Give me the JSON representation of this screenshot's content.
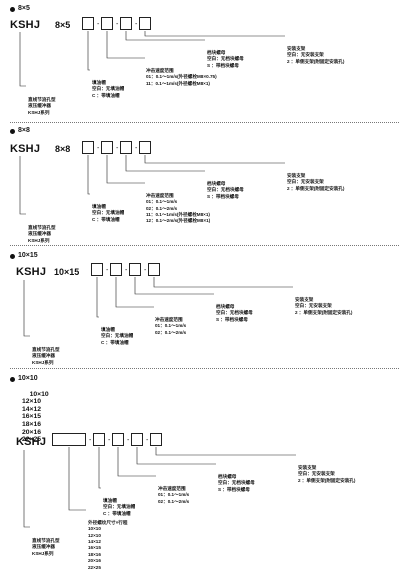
{
  "sections": [
    {
      "title": "8×5",
      "model": "KSHJ",
      "dims": "8×5",
      "series_name": [
        "直线节流孔型",
        "液压缓冲器",
        "KSHJ系列"
      ],
      "fill_oil": [
        "填油帽",
        "空白：无填油帽",
        "C ：带填油帽"
      ],
      "speed": [
        "冲击速度范围",
        "01：0.1～1m/s(外径螺栓M8×0.75)",
        "11：0.1～1m/s(外径螺栓M8×1)"
      ],
      "nut": [
        "档块螺母",
        "空白：无档块螺母",
        "S ：带档块螺母"
      ],
      "bracket": [
        "安装支架",
        "空白：无安装支架",
        "2 ：单侧支架(附固定安装孔)"
      ]
    },
    {
      "title": "8×8",
      "model": "KSHJ",
      "dims": "8×8",
      "series_name": [
        "直线节流孔型",
        "液压缓冲器",
        "KSHJ系列"
      ],
      "fill_oil": [
        "填油帽",
        "空白：无填油帽",
        "C ：带填油帽"
      ],
      "speed": [
        "冲击速度范围",
        "01：0.1～1m/s",
        "02：0.1～2m/s",
        "11：0.1～1m/s(外径螺栓M8×1)",
        "12：0.1～2m/s(外径螺栓M8×1)"
      ],
      "nut": [
        "档块螺母",
        "空白：无档块螺母",
        "S ：带档块螺母"
      ],
      "bracket": [
        "安装支架",
        "空白：无安装支架",
        "2 ：单侧支架(附固定安装孔)"
      ]
    },
    {
      "title": "10×15",
      "model": "KSHJ",
      "dims": "10×15",
      "series_name": [
        "直线节流孔型",
        "液压缓冲器",
        "KSHJ系列"
      ],
      "fill_oil": [
        "填油帽",
        "空白：无填油帽",
        "C ：带填油帽"
      ],
      "speed": [
        "冲击速度范围",
        "01：0.1～1m/s",
        "02：0.1～2m/s"
      ],
      "nut": [
        "档块螺母",
        "空白：无档块螺母",
        "S ：带档块螺母"
      ],
      "bracket": [
        "安装支架",
        "空白：无安装支架",
        "2 ：单侧支架(附固定安装孔)"
      ]
    },
    {
      "title": "10×10",
      "size_list": "10×10\n12×10\n14×12\n16×15\n18×16\n20×16\n22×25",
      "model": "KSHJ",
      "series_name": [
        "直线节流孔型",
        "液压缓冲器",
        "KSHJ系列"
      ],
      "outer_size": "外径螺纹尺寸×行程\n10×10\n12×10\n14×12\n16×15\n18×16\n20×16\n22×25",
      "fill_oil": [
        "填油帽",
        "空白：无填油帽",
        "C ：带填油帽"
      ],
      "speed": [
        "冲击速度范围",
        "01：0.1～1m/s",
        "02：0.1～2m/s"
      ],
      "nut": [
        "档块螺母",
        "空白：无档块螺母",
        "S ：带档块螺母"
      ],
      "bracket": [
        "安装支架",
        "空白：无安装支架",
        "2 ：单侧支架(附固定安装孔)"
      ]
    }
  ],
  "dash_char": "-"
}
